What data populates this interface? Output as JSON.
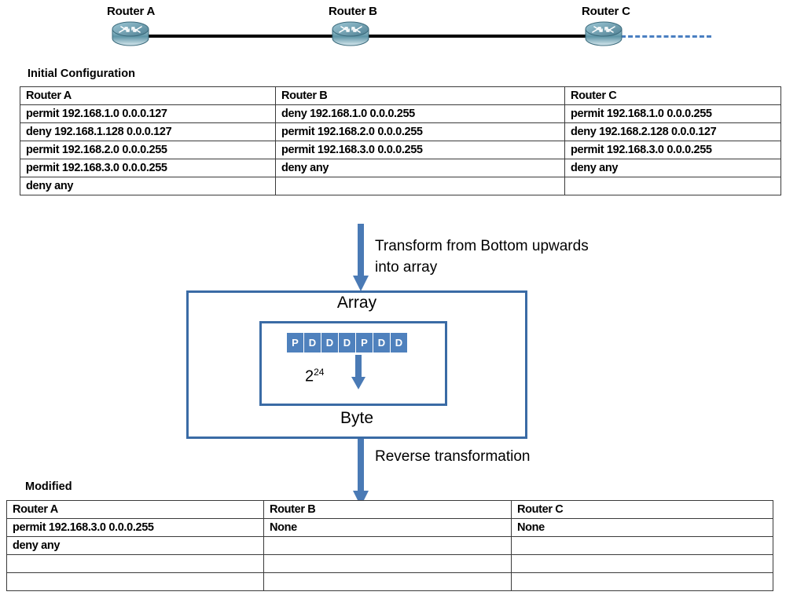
{
  "topology": {
    "routers": [
      {
        "id": "a",
        "label": "Router A",
        "icon": "router-icon"
      },
      {
        "id": "b",
        "label": "Router B",
        "icon": "router-icon"
      },
      {
        "id": "c",
        "label": "Router C",
        "icon": "router-icon"
      }
    ],
    "links": [
      {
        "from": "Router A",
        "to": "Router B",
        "style": "solid"
      },
      {
        "from": "Router B",
        "to": "Router C",
        "style": "solid"
      },
      {
        "from": "Router C",
        "to": "external",
        "style": "dashed"
      }
    ],
    "dashed_link_color": "#4a7fc1",
    "solid_link_color": "#000000"
  },
  "initial": {
    "caption": "Initial Configuration",
    "headers": [
      "Router A",
      "Router B",
      "Router C"
    ],
    "rows": [
      [
        "permit 192.168.1.0 0.0.0.127",
        "deny 192.168.1.0  0.0.0.255",
        "permit 192.168.1.0 0.0.0.255"
      ],
      [
        "deny 192.168.1.128 0.0.0.127",
        "permit 192.168.2.0 0.0.0.255",
        "deny 192.168.2.128 0.0.0.127"
      ],
      [
        "permit 192.168.2.0 0.0.0.255",
        "permit 192.168.3.0 0.0.0.255",
        "permit 192.168.3.0 0.0.0.255"
      ],
      [
        "permit 192.168.3.0 0.0.0.255",
        "deny any",
        "deny any"
      ],
      [
        "deny any",
        "",
        ""
      ]
    ]
  },
  "flow": {
    "transform_note_line1": "Transform from Bottom upwards",
    "transform_note_line2": "into array",
    "reverse_note": "Reverse transformation",
    "arrow_color": "#4a7ab5"
  },
  "array_box": {
    "title_top": "Array",
    "title_bottom": "Byte",
    "cells": [
      "P",
      "D",
      "D",
      "D",
      "P",
      "D",
      "D"
    ],
    "power_base": "2",
    "power_exponent": "24",
    "cell_color": "#4f81bd",
    "border_color": "#3a6ba5"
  },
  "modified": {
    "caption": "Modified",
    "headers": [
      "Router A",
      "Router B",
      "Router C"
    ],
    "rows": [
      [
        "permit 192.168.3.0 0.0.0.255",
        "None",
        "None"
      ],
      [
        "deny any",
        "",
        ""
      ],
      [
        "",
        "",
        ""
      ],
      [
        "",
        "",
        ""
      ]
    ]
  }
}
